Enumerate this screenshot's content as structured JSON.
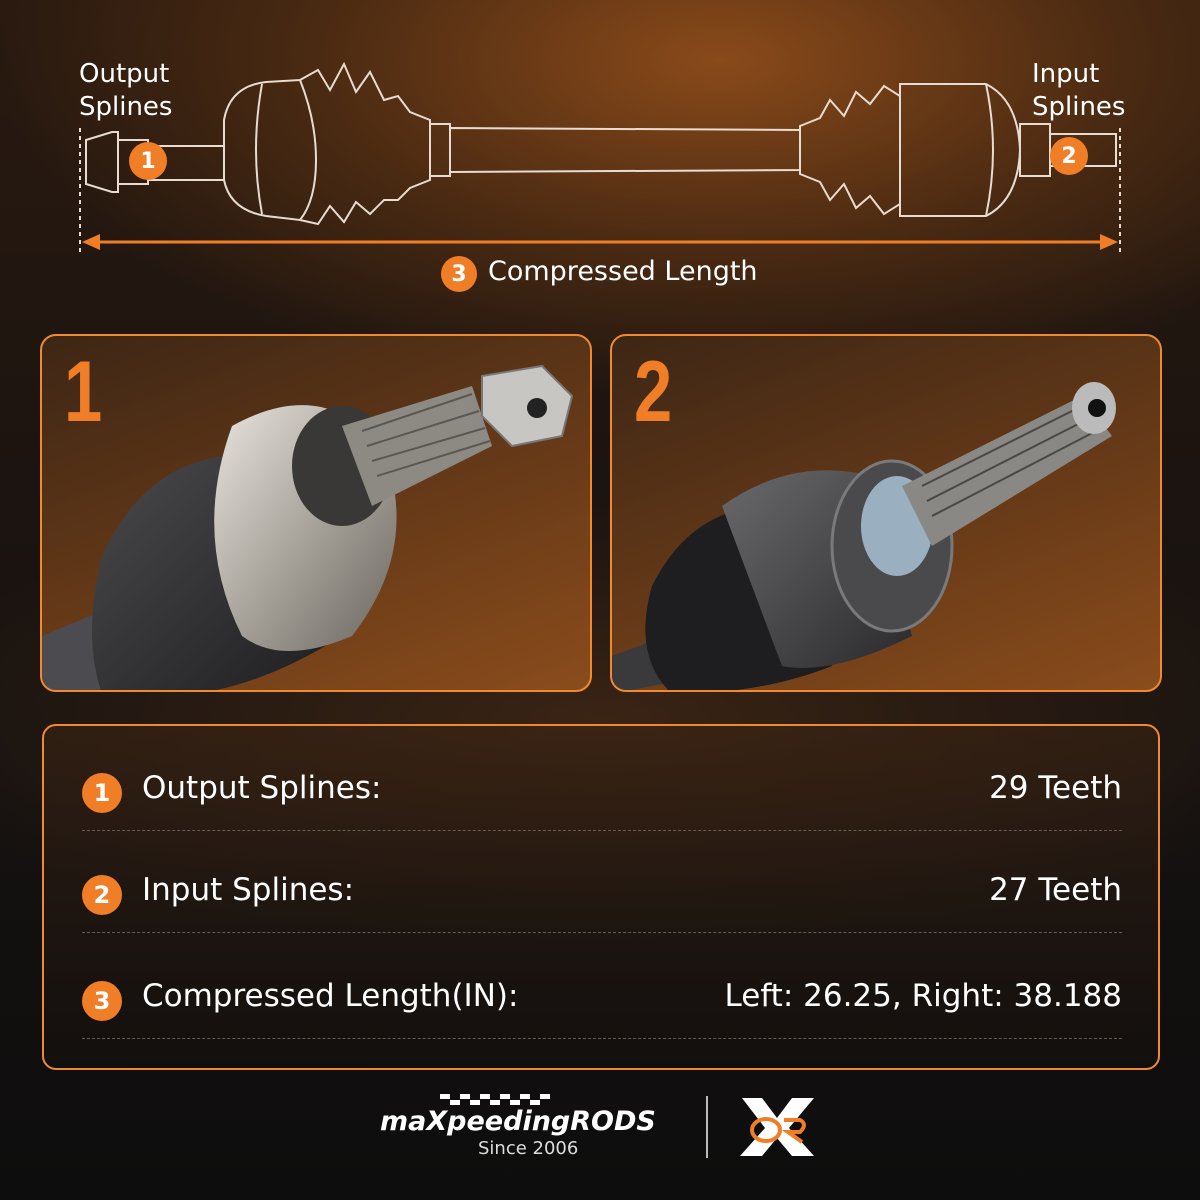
{
  "diagram": {
    "output_label_line1": "Output",
    "output_label_line2": "Splines",
    "input_label_line1": "Input",
    "input_label_line2": "Splines",
    "length_label": "Compressed Length",
    "badge_1": "1",
    "badge_2": "2",
    "badge_3": "3"
  },
  "panels": [
    {
      "number": "1",
      "icon": "outer-cv-joint-photo"
    },
    {
      "number": "2",
      "icon": "inner-cv-joint-photo"
    }
  ],
  "specs": [
    {
      "num": "1",
      "label": "Output Splines:",
      "value": "29 Teeth"
    },
    {
      "num": "2",
      "label": "Input Splines:",
      "value": "27 Teeth"
    },
    {
      "num": "3",
      "label": "Compressed Length(IN):",
      "value": "Left: 26.25, Right: 38.188"
    }
  ],
  "footer": {
    "brand": "maXpeedingRODS",
    "since": "Since 2006",
    "logo_icon": "or-x-logo"
  },
  "colors": {
    "accent": "#f07e26",
    "border": "#f08a2c"
  }
}
